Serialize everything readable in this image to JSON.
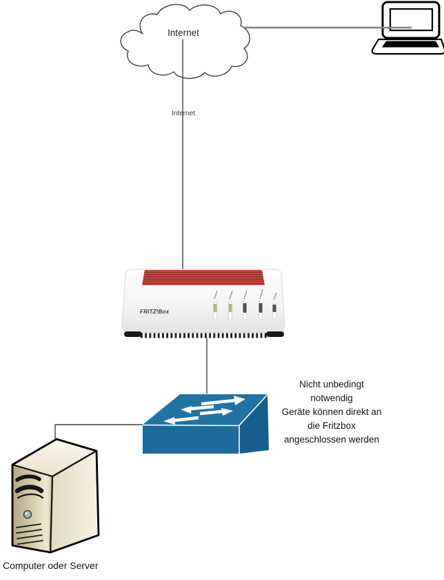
{
  "cloud": {
    "label": "Internet"
  },
  "wan_link": {
    "label": "Internet"
  },
  "router": {
    "brand": "FRITZ!Box",
    "led_states": [
      "green",
      "green",
      "dark",
      "dark",
      "dark"
    ]
  },
  "annotation": {
    "text": "Nicht unbedingt\nnotwendig\nGeräte können direkt an\ndie Fritzbox\nangeschlossen werden"
  },
  "server": {
    "label": "Computer oder Server"
  },
  "colors": {
    "line_gray": "#7f7f7f",
    "line_dark": "#3f3f3f",
    "switch_blue_top": "#2173a3",
    "switch_blue_front": "#1d6b9b",
    "switch_blue_side": "#165e8c",
    "router_red": "#c64a45",
    "router_red_dark": "#952e2c",
    "led_green": "#a8bd82",
    "led_dark": "#4f4f52",
    "button_green": "#8cc3aa"
  }
}
